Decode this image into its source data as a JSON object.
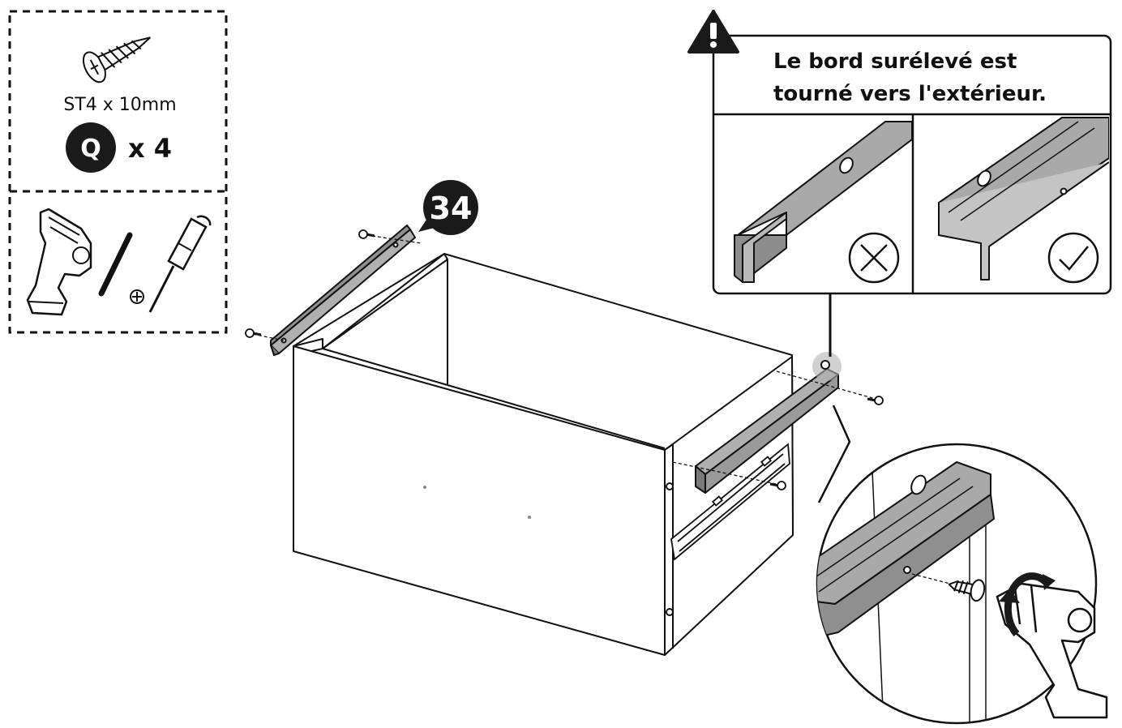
{
  "parts_box": {
    "screw_spec": "ST4 x 10mm",
    "part_letter": "Q",
    "quantity": "x 4"
  },
  "step": {
    "number": "34"
  },
  "warning": {
    "line1": "Le bord surélevé est",
    "line2": "tourné vers l'extérieur."
  },
  "colors": {
    "ink": "#111111",
    "rail_fill": "#a9a9a9",
    "rail_shadow": "#7a7a7a",
    "panel_fill": "#ffffff",
    "badge_fill": "#1a1a1a"
  },
  "icons": {
    "wrong": "circle-x-icon",
    "right": "circle-check-icon",
    "warning": "warning-triangle-icon",
    "rotation": "rotation-arrow-icon"
  }
}
